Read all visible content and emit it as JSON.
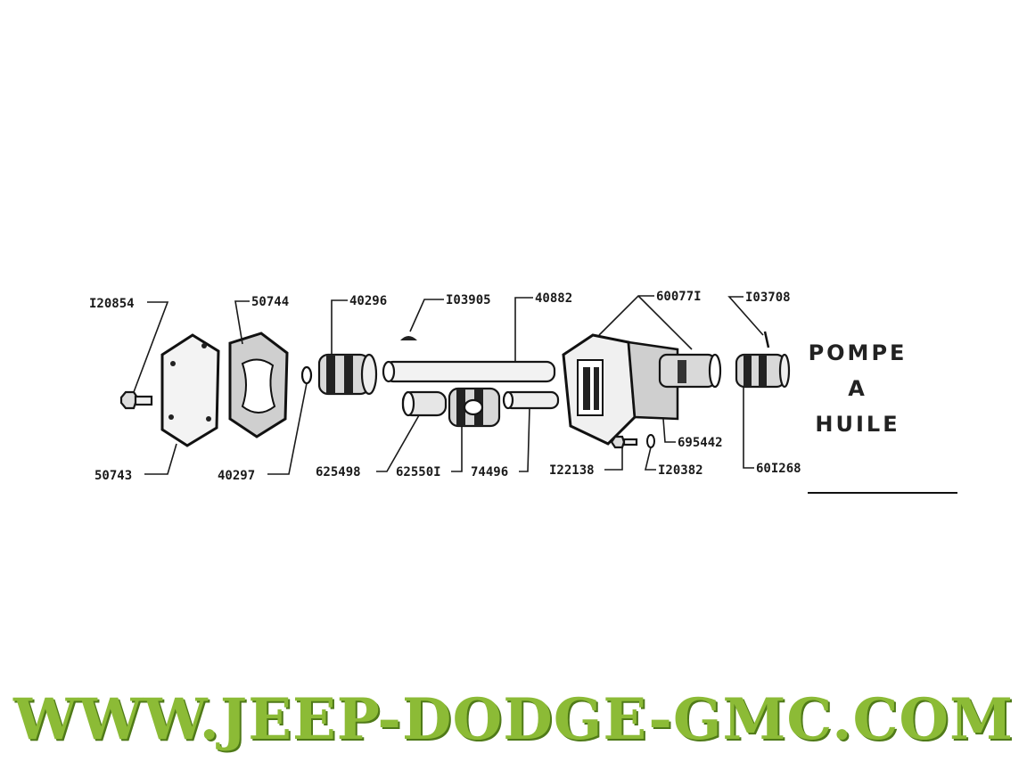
{
  "parts": [
    {
      "id": "p120854",
      "label": "I20854"
    },
    {
      "id": "p50744",
      "label": "50744"
    },
    {
      "id": "p40296",
      "label": "40296"
    },
    {
      "id": "p103905",
      "label": "I03905"
    },
    {
      "id": "p40882",
      "label": "40882"
    },
    {
      "id": "p600771",
      "label": "60077I"
    },
    {
      "id": "p103708",
      "label": "I03708"
    },
    {
      "id": "p50743",
      "label": "50743"
    },
    {
      "id": "p40297",
      "label": "40297"
    },
    {
      "id": "p625498",
      "label": "625498"
    },
    {
      "id": "p625501",
      "label": "62550I"
    },
    {
      "id": "p74496",
      "label": "74496"
    },
    {
      "id": "p122138",
      "label": "I22138"
    },
    {
      "id": "p120382",
      "label": "I20382"
    },
    {
      "id": "p695442",
      "label": "695442"
    },
    {
      "id": "p601268",
      "label": "60I268"
    }
  ],
  "title": {
    "line1": "POMPE",
    "line2": "A",
    "line3": "HUILE"
  },
  "footer": {
    "url": "WWW.JEEP-DODGE-GMC.COM",
    "color": "#8cbb36"
  }
}
